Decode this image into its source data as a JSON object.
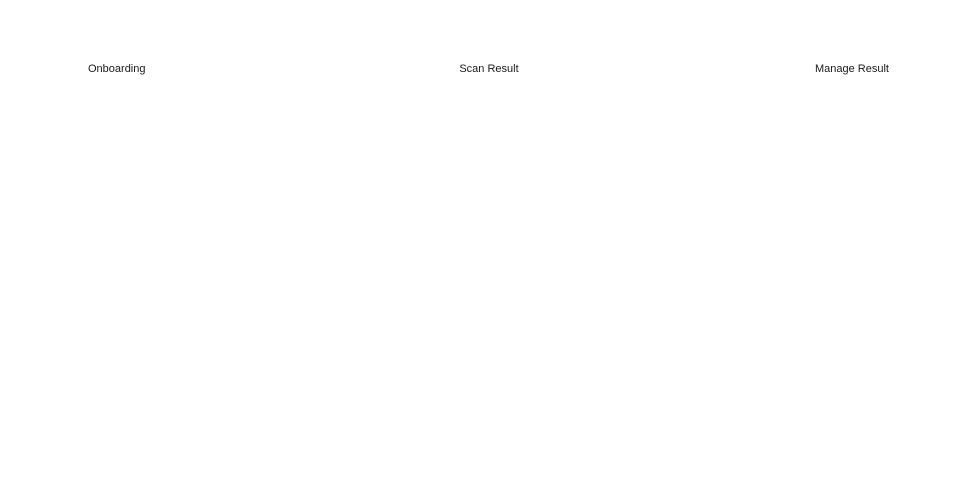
{
  "sections": {
    "onboarding": {
      "label": "Onboarding"
    },
    "scan_result": {
      "label": "Scan Result"
    },
    "manage_result": {
      "label": "Manage Result"
    }
  },
  "colors": {
    "background": "#ffffff",
    "text": "#1a1a1a"
  }
}
